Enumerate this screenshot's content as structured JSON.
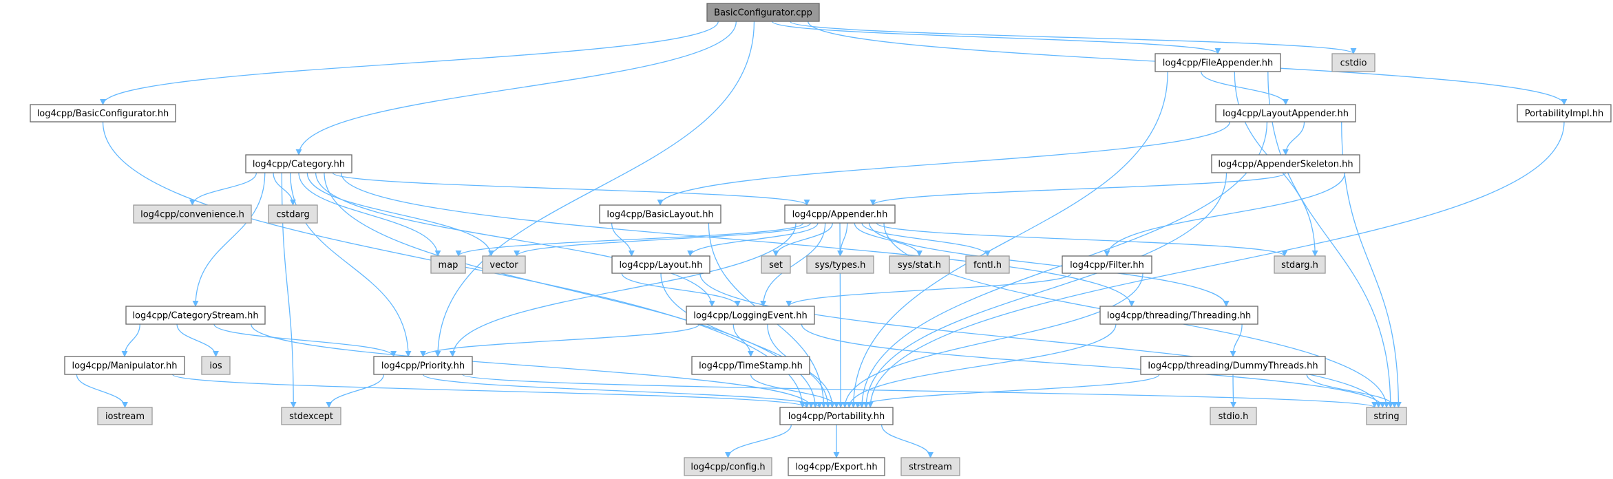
{
  "graph": {
    "title": "BasicConfigurator.cpp",
    "colors": {
      "edge": "#63b8ff",
      "root_fill": "#999999",
      "file_fill": "#ffffff",
      "system_fill": "#e0e0e0",
      "border": "#666666",
      "system_border": "#999999"
    },
    "nodes": [
      {
        "id": "root",
        "label": "BasicConfigurator.cpp",
        "kind": "root"
      },
      {
        "id": "bchh",
        "label": "log4cpp/BasicConfigurator.hh",
        "kind": "file"
      },
      {
        "id": "cat",
        "label": "log4cpp/Category.hh",
        "kind": "file"
      },
      {
        "id": "conv",
        "label": "log4cpp/convenience.h",
        "kind": "system"
      },
      {
        "id": "cstdarg",
        "label": "cstdarg",
        "kind": "system"
      },
      {
        "id": "blay",
        "label": "log4cpp/BasicLayout.hh",
        "kind": "file"
      },
      {
        "id": "app",
        "label": "log4cpp/Appender.hh",
        "kind": "file"
      },
      {
        "id": "fapp",
        "label": "log4cpp/FileAppender.hh",
        "kind": "file"
      },
      {
        "id": "cstdio",
        "label": "cstdio",
        "kind": "system"
      },
      {
        "id": "lapp",
        "label": "log4cpp/LayoutAppender.hh",
        "kind": "file"
      },
      {
        "id": "pimpl",
        "label": "PortabilityImpl.hh",
        "kind": "file"
      },
      {
        "id": "askel",
        "label": "log4cpp/AppenderSkeleton.hh",
        "kind": "file"
      },
      {
        "id": "map",
        "label": "map",
        "kind": "system"
      },
      {
        "id": "vector",
        "label": "vector",
        "kind": "system"
      },
      {
        "id": "layout",
        "label": "log4cpp/Layout.hh",
        "kind": "file"
      },
      {
        "id": "set",
        "label": "set",
        "kind": "system"
      },
      {
        "id": "systypes",
        "label": "sys/types.h",
        "kind": "system"
      },
      {
        "id": "sysstat",
        "label": "sys/stat.h",
        "kind": "system"
      },
      {
        "id": "fcntl",
        "label": "fcntl.h",
        "kind": "system"
      },
      {
        "id": "filter",
        "label": "log4cpp/Filter.hh",
        "kind": "file"
      },
      {
        "id": "stdarg",
        "label": "stdarg.h",
        "kind": "system"
      },
      {
        "id": "cstream",
        "label": "log4cpp/CategoryStream.hh",
        "kind": "file"
      },
      {
        "id": "levent",
        "label": "log4cpp/LoggingEvent.hh",
        "kind": "file"
      },
      {
        "id": "thr",
        "label": "log4cpp/threading/Threading.hh",
        "kind": "file"
      },
      {
        "id": "manip",
        "label": "log4cpp/Manipulator.hh",
        "kind": "file"
      },
      {
        "id": "ios",
        "label": "ios",
        "kind": "system"
      },
      {
        "id": "prio",
        "label": "log4cpp/Priority.hh",
        "kind": "file"
      },
      {
        "id": "tstamp",
        "label": "log4cpp/TimeStamp.hh",
        "kind": "file"
      },
      {
        "id": "dummy",
        "label": "log4cpp/threading/DummyThreads.hh",
        "kind": "file"
      },
      {
        "id": "iostream",
        "label": "iostream",
        "kind": "system"
      },
      {
        "id": "stdexcept",
        "label": "stdexcept",
        "kind": "system"
      },
      {
        "id": "port",
        "label": "log4cpp/Portability.hh",
        "kind": "file"
      },
      {
        "id": "stdio",
        "label": "stdio.h",
        "kind": "system"
      },
      {
        "id": "string",
        "label": "string",
        "kind": "system"
      },
      {
        "id": "config",
        "label": "log4cpp/config.h",
        "kind": "system"
      },
      {
        "id": "export",
        "label": "log4cpp/Export.hh",
        "kind": "file"
      },
      {
        "id": "strstream",
        "label": "strstream",
        "kind": "system"
      }
    ],
    "edges": [
      [
        "root",
        "bchh"
      ],
      [
        "root",
        "cat"
      ],
      [
        "root",
        "prio"
      ],
      [
        "root",
        "fapp"
      ],
      [
        "root",
        "cstdio"
      ],
      [
        "root",
        "pimpl"
      ],
      [
        "bchh",
        "port"
      ],
      [
        "cat",
        "conv"
      ],
      [
        "cat",
        "cstdarg"
      ],
      [
        "cat",
        "app"
      ],
      [
        "cat",
        "levent"
      ],
      [
        "cat",
        "prio"
      ],
      [
        "cat",
        "cstream"
      ],
      [
        "cat",
        "thr"
      ],
      [
        "cat",
        "map"
      ],
      [
        "cat",
        "vector"
      ],
      [
        "cat",
        "stdexcept"
      ],
      [
        "cat",
        "port"
      ],
      [
        "fapp",
        "lapp"
      ],
      [
        "fapp",
        "stdarg"
      ],
      [
        "fapp",
        "port"
      ],
      [
        "fapp",
        "string"
      ],
      [
        "lapp",
        "blay"
      ],
      [
        "lapp",
        "askel"
      ],
      [
        "lapp",
        "port"
      ],
      [
        "lapp",
        "string"
      ],
      [
        "pimpl",
        "port"
      ],
      [
        "askel",
        "app"
      ],
      [
        "askel",
        "filter"
      ],
      [
        "askel",
        "port"
      ],
      [
        "blay",
        "layout"
      ],
      [
        "blay",
        "port"
      ],
      [
        "app",
        "map"
      ],
      [
        "app",
        "vector"
      ],
      [
        "app",
        "layout"
      ],
      [
        "app",
        "set"
      ],
      [
        "app",
        "systypes"
      ],
      [
        "app",
        "sysstat"
      ],
      [
        "app",
        "fcntl"
      ],
      [
        "app",
        "stdarg"
      ],
      [
        "app",
        "levent"
      ],
      [
        "app",
        "prio"
      ],
      [
        "app",
        "thr"
      ],
      [
        "app",
        "port"
      ],
      [
        "app",
        "string"
      ],
      [
        "layout",
        "levent"
      ],
      [
        "layout",
        "port"
      ],
      [
        "layout",
        "string"
      ],
      [
        "filter",
        "levent"
      ],
      [
        "filter",
        "port"
      ],
      [
        "cstream",
        "manip"
      ],
      [
        "cstream",
        "ios"
      ],
      [
        "cstream",
        "prio"
      ],
      [
        "cstream",
        "port"
      ],
      [
        "levent",
        "prio"
      ],
      [
        "levent",
        "tstamp"
      ],
      [
        "levent",
        "port"
      ],
      [
        "levent",
        "string"
      ],
      [
        "thr",
        "dummy"
      ],
      [
        "thr",
        "port"
      ],
      [
        "manip",
        "iostream"
      ],
      [
        "manip",
        "port"
      ],
      [
        "prio",
        "stdexcept"
      ],
      [
        "prio",
        "port"
      ],
      [
        "prio",
        "string"
      ],
      [
        "tstamp",
        "port"
      ],
      [
        "dummy",
        "stdio"
      ],
      [
        "dummy",
        "string"
      ],
      [
        "dummy",
        "port"
      ],
      [
        "port",
        "config"
      ],
      [
        "port",
        "export"
      ],
      [
        "port",
        "strstream"
      ]
    ]
  }
}
